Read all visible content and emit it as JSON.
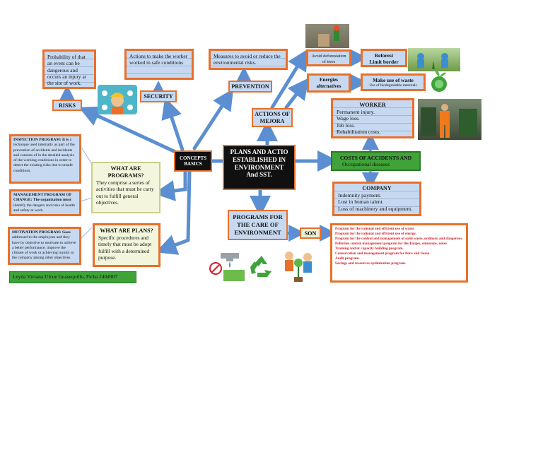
{
  "central": {
    "line1": "PLANS AND ACTIO",
    "line2": "ESTABLISHED IN",
    "line3": "ENVIRONMENT",
    "line4": "And SST."
  },
  "left_hub": {
    "line1": "CONCEPTS",
    "line2": "BASICS"
  },
  "risks": {
    "label": "RISKS",
    "text": "Probability of that an event can be dangerous and occurs an injury at the site of work."
  },
  "security": {
    "label": "SECURITY",
    "text": "Actions to make the worker worked in safe conditions"
  },
  "prevention": {
    "label": "PREVENTION",
    "text": "Measures to avoid or reduce the environmental risks."
  },
  "actions_mejora": {
    "line1": "ACTIONS OF",
    "line2": "MEJORA"
  },
  "avoid_deforestation": {
    "text": "Avoid deforestation of trees"
  },
  "reforest": {
    "line1": "Reforest",
    "line2": "Limit border"
  },
  "energies": {
    "line1": "Energies",
    "line2": "alternatives"
  },
  "waste": {
    "line1": "Make use of waste",
    "line2": "Use of biodegradable materials"
  },
  "worker": {
    "title": "WORKER",
    "items": [
      "Permanent injury.",
      "Wage loss.",
      "Job loss.",
      "Rehabilitation costs."
    ]
  },
  "costs": {
    "line1": "COSTS OF ACCIDENTS AND",
    "line2": "Occupational diseases"
  },
  "company": {
    "title": "COMPANY",
    "items": [
      "Indemnity payment.",
      "Lost in human talent.",
      "Loss of machinery and equipment."
    ]
  },
  "programs_care": {
    "text": "PROGRAMS FOR THE CARE OF ENVIRONMENT"
  },
  "son": {
    "label": "SON"
  },
  "program_list": [
    "Program for the rational and efficient use of water.",
    "Program for the rational and efficient use of energy.",
    "Program for the control and management of solid waste, ordinary and dangerous.",
    "Pollution control management program for discharges, emissions, noise",
    "Training and/or capacity building program.",
    "Conservation and management program for flora and fauna.",
    "Audit program.",
    "Savings and resources optimization program."
  ],
  "inspection": {
    "title": "INSPECTION PROGRAM: It is",
    "text": "a technique used internally as part of the prevention of accidents and incidents and consists of in the detailed analysis of the working conditions in order to detect the existing risks due to unsafe conditions."
  },
  "management": {
    "title": "MANAGEMENT PROGRAM OF CHANGE: The organization must",
    "text": "identify the dangers and risks of health and safety at work."
  },
  "motivation": {
    "title": "MOTIVATION PROGRAM: Goes",
    "text": "addressed to the employees and they have by objective to motivate to achieve a better performance, improve the climate of work or achieving loyalty to the company among other objectives."
  },
  "what_programs": {
    "title": "WHAT ARE PROGRAMS?",
    "text": "They comprise a series of activities that must be carry out to fulfill general objectives."
  },
  "what_plans": {
    "title": "WHAT ARE PLANS?",
    "text": "Specific procedures and timely that must be adopt fulfill with a determined purpose."
  },
  "author": {
    "text": "Leyda Viviana Ulcue Guasequillo, Ficha 2404907"
  },
  "colors": {
    "border": "#e8702a",
    "box": "#c7d9f1",
    "arrow": "#5b8fd1",
    "green": "#3fa33a",
    "red": "#d0202a"
  }
}
